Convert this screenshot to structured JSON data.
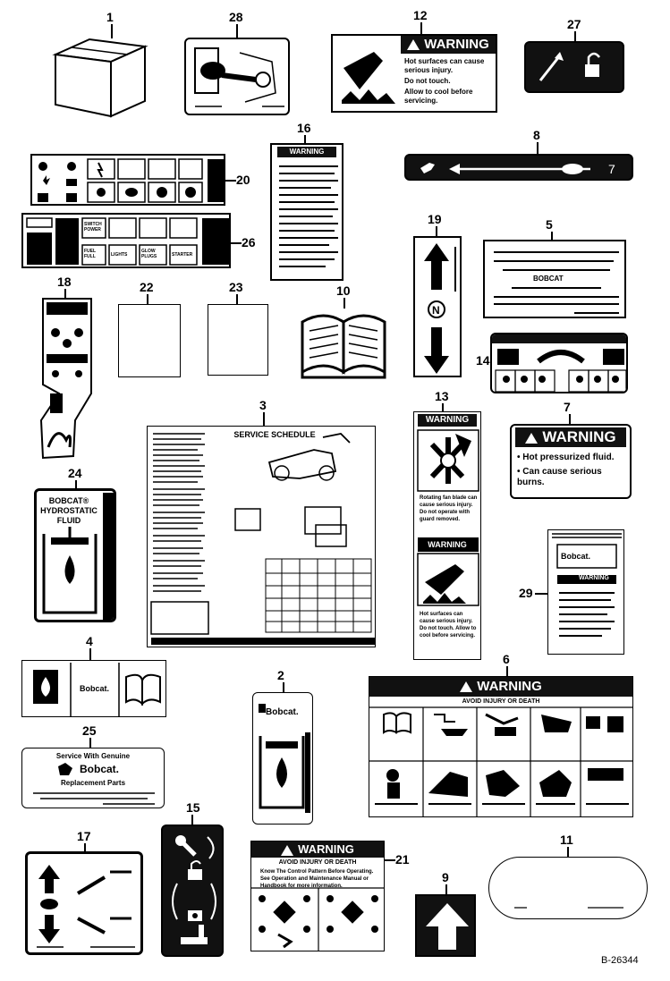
{
  "drawing_code": "B-26344",
  "callouts": [
    "1",
    "28",
    "12",
    "27",
    "8",
    "16",
    "20",
    "26",
    "19",
    "5",
    "18",
    "22",
    "23",
    "10",
    "14",
    "3",
    "13",
    "7",
    "24",
    "29",
    "4",
    "2",
    "6",
    "25",
    "15",
    "17",
    "21",
    "9",
    "11"
  ],
  "labels": {
    "warning": "WARNING",
    "decal12_bullets": [
      "Hot surfaces can cause serious injury.",
      "Do not touch.",
      "Allow to cool before servicing."
    ],
    "decal7_bullets": [
      "Hot pressurized fluid.",
      "Can cause serious burns."
    ],
    "decal3_title": "SERVICE SCHEDULE",
    "decal24_title": "BOBCAT® HYDROSTATIC FLUID",
    "decal2_brand": "Bobcat.",
    "decal4_brand": "Bobcat.",
    "decal25_line1": "Service With Genuine",
    "decal25_brand": "Bobcat.",
    "decal25_line2": "Replacement Parts",
    "decal21_subtitle": "AVOID INJURY OR DEATH",
    "decal21_bullets": [
      "Know The Control Pattern Before Operating.",
      "See Operation and Maintenance Manual or Handbook for more information."
    ],
    "decal6_subtitle": "AVOID INJURY OR DEATH",
    "decal13_text1": "Rotating fan blade can cause serious injury. Do not operate with guard removed.",
    "decal13_text2": "Hot surfaces can cause serious injury. Do not touch. Allow to cool before servicing.",
    "decal26_cells": [
      "SWITCH POWER",
      "FUEL FULL",
      "LIGHTS",
      "GLOW PLUGS",
      "STARTER"
    ],
    "decal5_brand": "BOBCAT",
    "decal29_brand": "Bobcat.",
    "decal20_cells": [
      "",
      "",
      "",
      ""
    ],
    "decal19_letter": "N"
  },
  "colors": {
    "ink": "#000000",
    "paper": "#ffffff",
    "dark": "#111111"
  }
}
